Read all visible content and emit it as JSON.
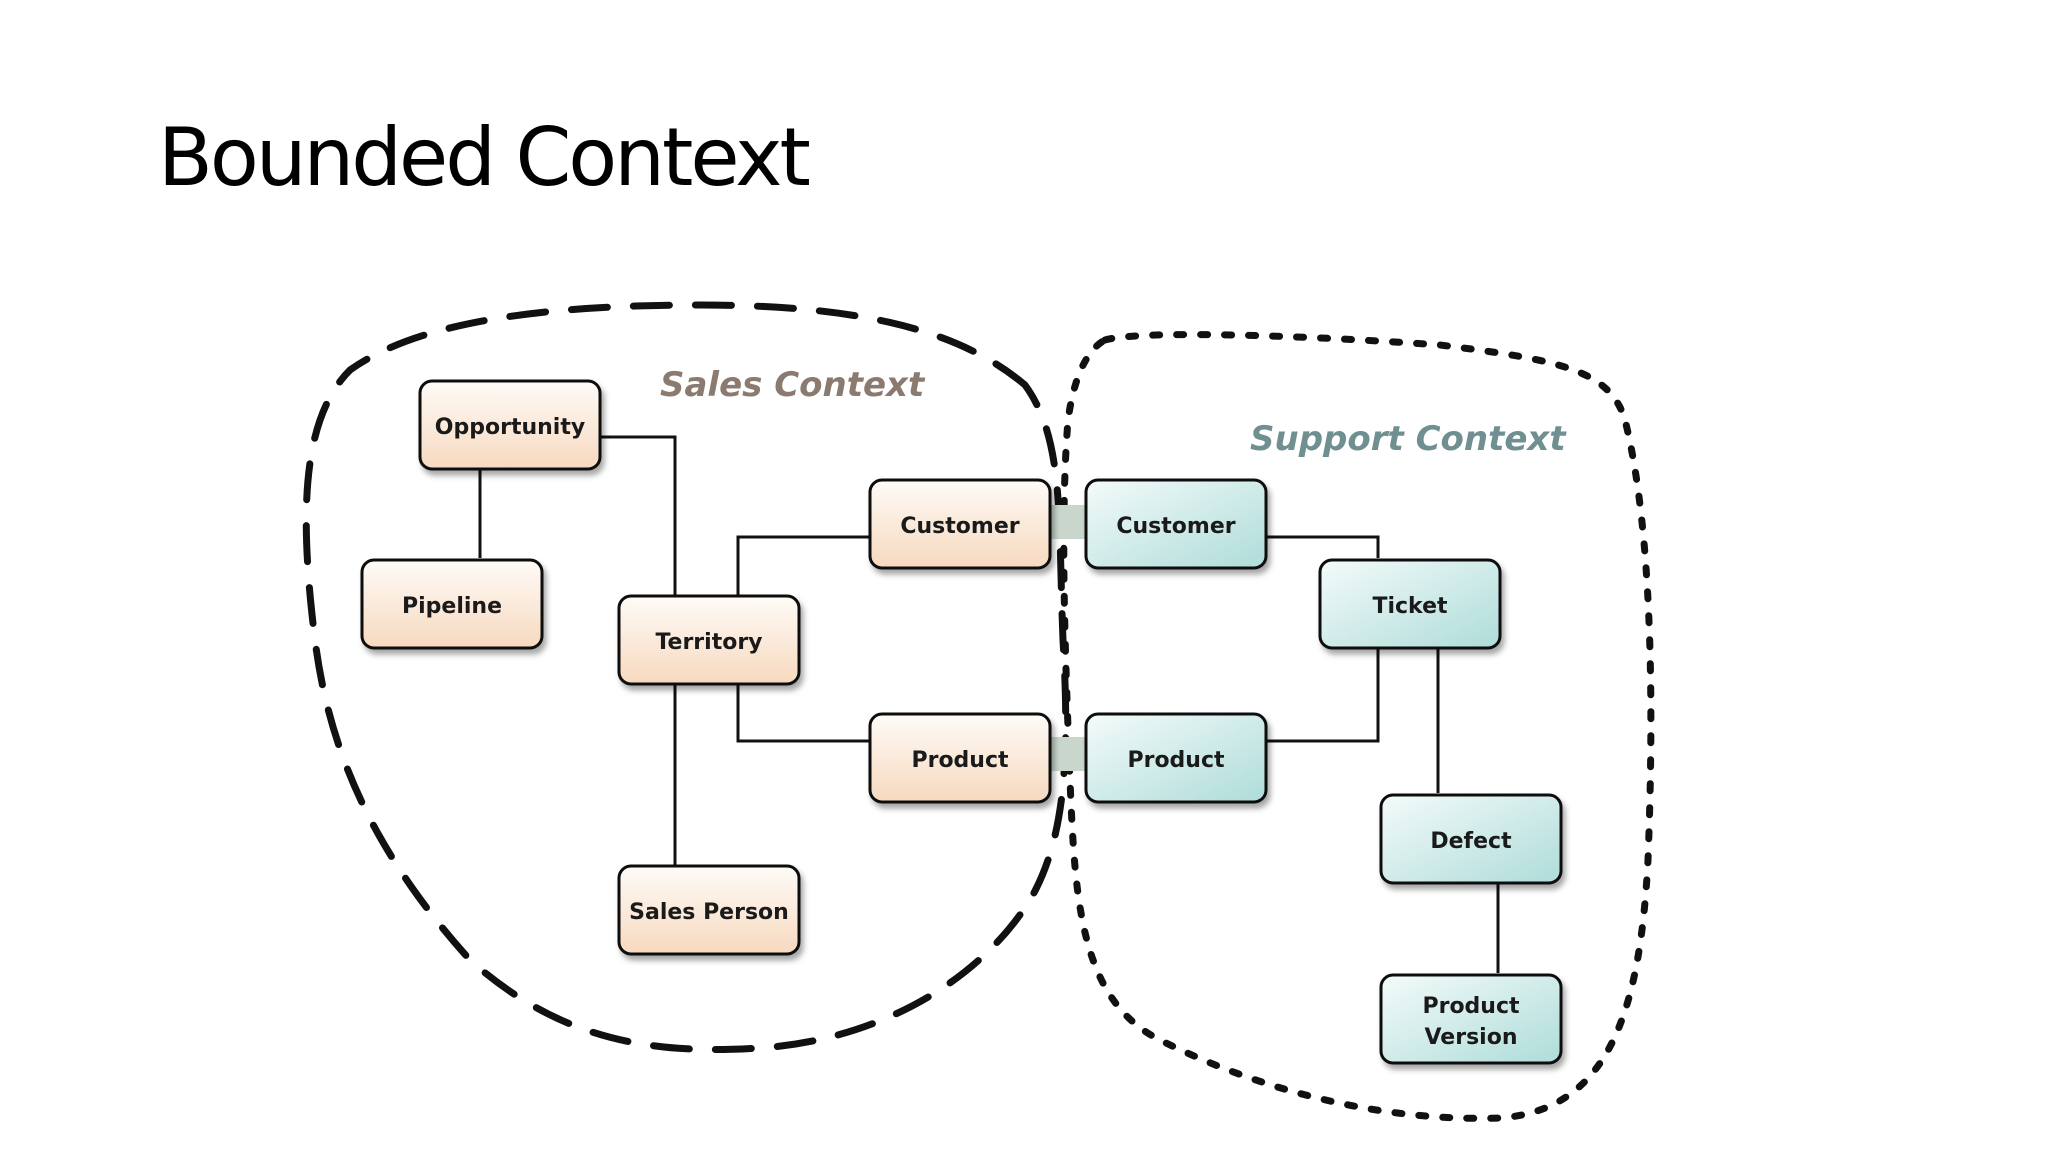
{
  "slide": {
    "title": "Bounded Context"
  },
  "diagram": {
    "colors": {
      "sales_box_light": "#fefbf7",
      "sales_box_dark": "#f7d9bf",
      "support_box_light": "#f3fbfa",
      "support_box_dark": "#aedcd9",
      "sales_label": "#8a7a70",
      "support_label": "#6f8f90",
      "bridge": "#c9d6cc",
      "line": "#111111",
      "boundary": "#111111"
    },
    "contexts": {
      "sales": {
        "label": "Sales Context"
      },
      "support": {
        "label": "Support Context"
      }
    },
    "entities": {
      "opportunity": {
        "label": "Opportunity"
      },
      "pipeline": {
        "label": "Pipeline"
      },
      "territory": {
        "label": "Territory"
      },
      "sales_person": {
        "label": "Sales Person"
      },
      "sales_customer": {
        "label": "Customer"
      },
      "sales_product": {
        "label": "Product"
      },
      "support_customer": {
        "label": "Customer"
      },
      "support_product": {
        "label": "Product"
      },
      "ticket": {
        "label": "Ticket"
      },
      "defect": {
        "label": "Defect"
      },
      "product_version": {
        "label": "Product Version",
        "lines": [
          "Product",
          "Version"
        ]
      }
    }
  }
}
